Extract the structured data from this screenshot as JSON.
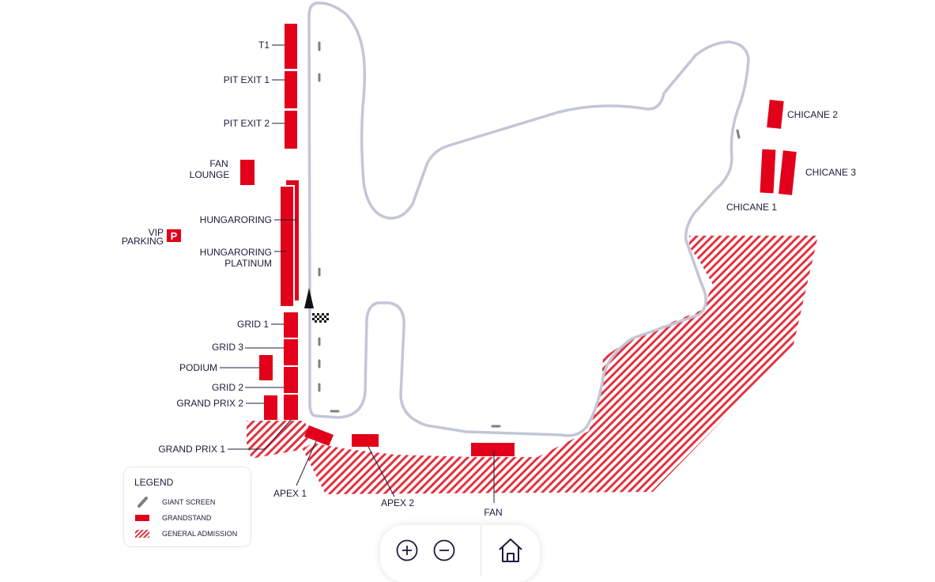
{
  "colors": {
    "grandstand": "#e2001a",
    "track": "#c3c6d6",
    "text": "#1c1c3a",
    "screen": "#7f7f7f"
  },
  "labels": {
    "t1": "T1",
    "pit_exit_1": "PIT EXIT 1",
    "pit_exit_2": "PIT EXIT 2",
    "fan_lounge_1": "FAN",
    "fan_lounge_2": "LOUNGE",
    "hungaroring": "HUNGARORING",
    "hungaroring_platinum_1": "HUNGARORING",
    "hungaroring_platinum_2": "PLATINUM",
    "vip_parking_1": "VIP",
    "vip_parking_2": "PARKING",
    "parking_symbol": "P",
    "grid_1": "GRID 1",
    "grid_3": "GRID 3",
    "podium": "PODIUM",
    "grid_2": "GRID 2",
    "grand_prix_2": "GRAND PRIX 2",
    "grand_prix_1": "GRAND PRIX 1",
    "apex_1": "APEX 1",
    "apex_2": "APEX 2",
    "fan": "FAN",
    "chicane_1": "CHICANE 1",
    "chicane_2": "CHICANE 2",
    "chicane_3": "CHICANE 3"
  },
  "legend": {
    "title": "LEGEND",
    "giant_screen": "GIANT SCREEN",
    "grandstand": "GRANDSTAND",
    "general_admission": "GENERAL ADMISSION"
  },
  "controls": {
    "zoom_in_icon": "plus-circle-icon",
    "zoom_out_icon": "minus-circle-icon",
    "home_icon": "home-icon"
  }
}
